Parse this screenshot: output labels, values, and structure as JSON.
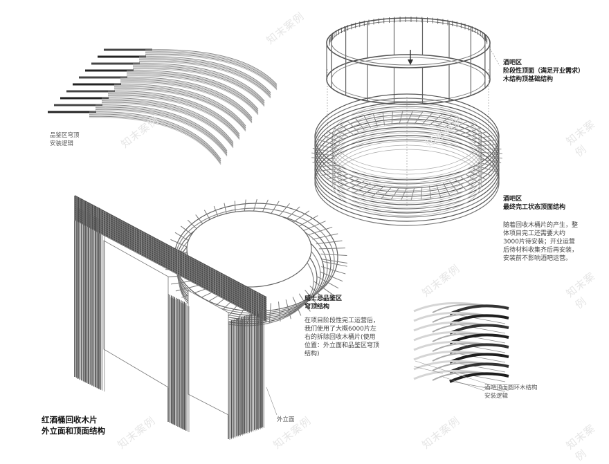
{
  "labels": {
    "tasting_vault": "品鉴区穹顶\n安装逻辑",
    "bar_phase_title": "酒吧区\n阶段性顶面（满足开业需求）\n木结构顶基础结构",
    "bar_final_title": "酒吧区\n最终完工状态顶面结构",
    "bar_final_desc": "随着回收木桶片的产生，整\n体项目完工还需要大约\n3000片待安装；开业运营\n后待材料收集齐后再安装，\n安装前不影响酒吧运营。",
    "whisky_title": "威士忌品鉴区\n穹顶结构",
    "whisky_desc": "在项目阶段性完工运营后，\n我们使用了大概6000片左\n右的拆除回收木桶片(使用\n位置：外立面和品鉴区穹顶\n结构)",
    "bar_ring_logic": "酒吧顶面圆环木结构\n安装逻辑",
    "facade": "外立面",
    "main_title": "红酒桶回收木片\n外立面和顶面结构"
  },
  "watermark": "知末案例"
}
